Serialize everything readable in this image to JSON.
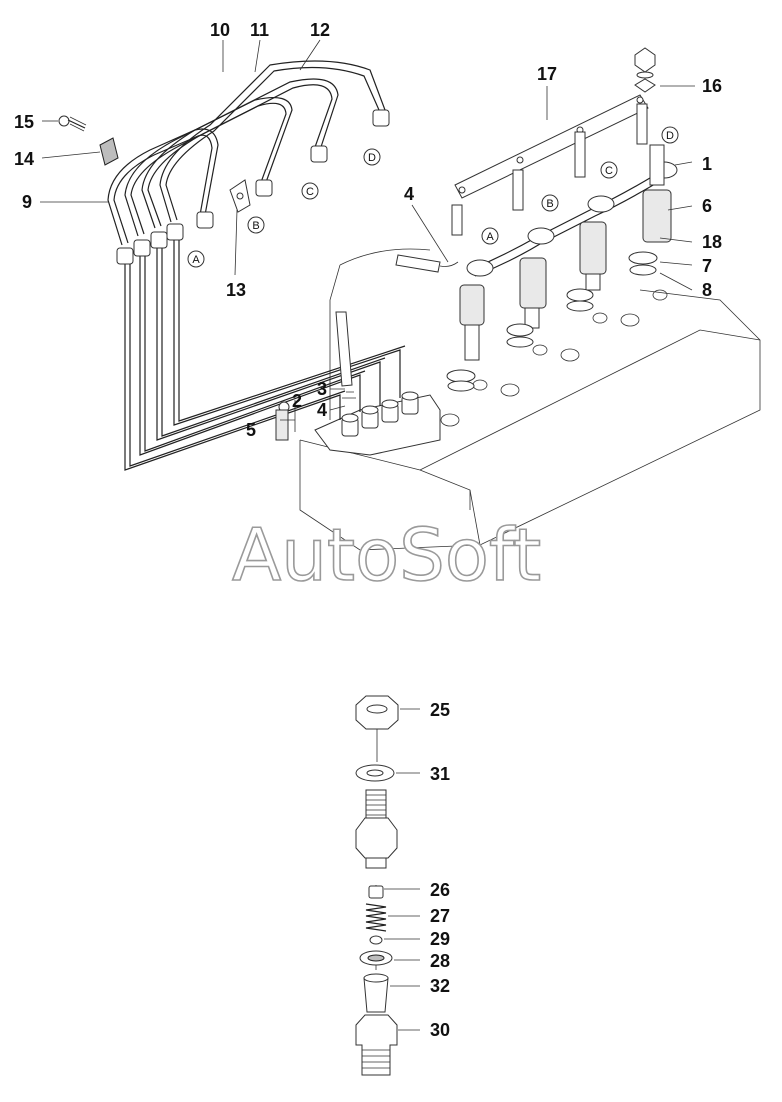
{
  "watermark": "AutoSoft",
  "part_numbers": {
    "p1": "1",
    "p2": "2",
    "p3": "3",
    "p4a": "4",
    "p4b": "4",
    "p5": "5",
    "p6": "6",
    "p7": "7",
    "p8": "8",
    "p9": "9",
    "p10": "10",
    "p11": "11",
    "p12": "12",
    "p13": "13",
    "p14": "14",
    "p15": "15",
    "p16": "16",
    "p17": "17",
    "p18": "18",
    "p25": "25",
    "p26": "26",
    "p27": "27",
    "p28": "28",
    "p29": "29",
    "p30": "30",
    "p31": "31",
    "p32": "32"
  },
  "connector_letters": {
    "a": "A",
    "b": "B",
    "c": "C",
    "d": "D"
  }
}
